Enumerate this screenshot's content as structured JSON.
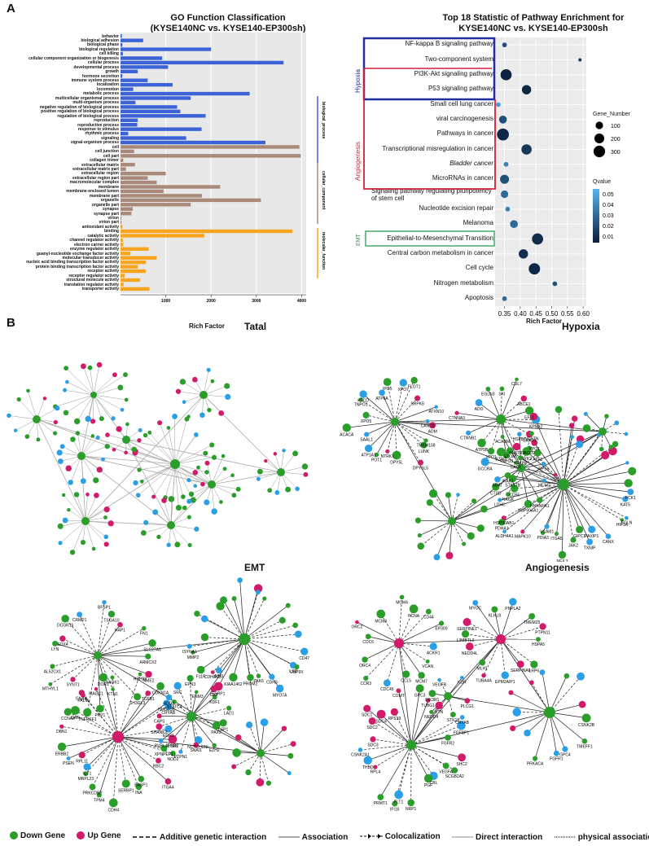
{
  "panelA": {
    "letter": "A"
  },
  "panelB": {
    "letter": "B"
  },
  "colors": {
    "bio": "#3b63d6",
    "cell": "#a98a7a",
    "mol": "#f7a51e",
    "down": "#2a9d2a",
    "up": "#d21a6a",
    "blue_node": "#2a9fe5",
    "hypoxia": "#1f2f9f",
    "angio": "#d31f3d",
    "emt": "#2a9a55"
  },
  "chart_data": [
    {
      "type": "bar",
      "orientation": "horizontal",
      "title": "GO Function Classification",
      "subtitle": "(KYSE140NC vs. KYSE140-EP300sh)",
      "xlabel": "Rich Factor",
      "xticks": [
        "1000",
        "2000",
        "3000",
        "4000"
      ],
      "xlim": [
        0,
        4100
      ],
      "groups": [
        {
          "name": "biological_process",
          "color": "#3b63d6",
          "categories": [
            "behavior",
            "biological adhesion",
            "biological phase",
            "biological regulation",
            "cell killing",
            "cellular component organization or biogenesis",
            "cellular process",
            "developmental process",
            "growth",
            "hormone secretion",
            "immune system process",
            "localization",
            "locomotion",
            "metabolic process",
            "multicellular organismal process",
            "multi-organism process",
            "negative regulation of biological process",
            "positive regulation of biological process",
            "regulation of biological process",
            "reproduction",
            "reproductive process",
            "response to stimulus",
            "rhythmic process",
            "signaling",
            "signal-organism process"
          ],
          "values": [
            30,
            500,
            40,
            2000,
            50,
            920,
            3600,
            1050,
            380,
            40,
            600,
            1150,
            280,
            2850,
            1550,
            330,
            1250,
            1320,
            1880,
            380,
            370,
            1790,
            170,
            1450,
            3200
          ]
        },
        {
          "name": "cellular_component",
          "color": "#a98a7a",
          "categories": [
            "cell",
            "cell junction",
            "cell part",
            "collagen trimer",
            "extracellular matrix",
            "extracellular matrix part",
            "extracellular region",
            "extracellular region part",
            "macromolecular complex",
            "membrane",
            "membrane-enclosed lumen",
            "membrane part",
            "organelle",
            "organelle part",
            "synapse",
            "synapse part",
            "virion",
            "virion part"
          ],
          "values": [
            3950,
            300,
            3980,
            60,
            320,
            120,
            1000,
            600,
            800,
            2200,
            950,
            1800,
            3100,
            1550,
            270,
            240,
            20,
            20
          ]
        },
        {
          "name": "molecular_function",
          "color": "#f7a51e",
          "categories": [
            "antioxidant activity",
            "binding",
            "catalytic activity",
            "channel regulator activity",
            "electron carrier activity",
            "enzyme regulator activity",
            "guanyl-nucleotide exchange factor activity",
            "molecular transducer activity",
            "nucleic acid binding transcription factor activity",
            "protein binding transcription factor activity",
            "receptor activity",
            "receptor regulator activity",
            "structural molecule activity",
            "translation regulator activity",
            "transporter activity"
          ],
          "values": [
            40,
            3800,
            1850,
            50,
            60,
            620,
            220,
            800,
            560,
            380,
            560,
            90,
            430,
            70,
            640
          ]
        }
      ]
    },
    {
      "type": "scatter",
      "title": "Top 18 Statistic of Pathway Enrichment for",
      "subtitle": "KYSE140NC vs. KYSE140-EP300sh",
      "xlabel": "Rich Factor",
      "xticks": [
        "0.35",
        "0.40",
        "0.45",
        "0.50",
        "0.55",
        "0.60"
      ],
      "xlim": [
        0.32,
        0.61
      ],
      "categories": [
        "NF-kappa B signaling pathway",
        "Two-component system",
        "PI3K-Akt signaling pathway",
        "P53 signaling pathway",
        "Small cell lung cancer",
        "viral carcinogenesis",
        "Pathways in cancer",
        "Transcriptional misregulation in cancer",
        "Bladder cancer",
        "MicroRNAs in cancer",
        "Signaling pathway regulating pluripotency of stem cell",
        "Nucleotide excision repair",
        "Melanoma",
        "Epithelial-to-Mesenchymal Transition",
        "Central carbon metabolism in cancer",
        "Cell cycle",
        "Nitrogen metabolism",
        "Apoptosis"
      ],
      "x": [
        0.35,
        0.59,
        0.355,
        0.42,
        0.33,
        0.345,
        0.345,
        0.42,
        0.355,
        0.35,
        0.35,
        0.36,
        0.38,
        0.455,
        0.41,
        0.445,
        0.51,
        0.35
      ],
      "gene_number": [
        20,
        5,
        220,
        140,
        20,
        90,
        260,
        180,
        20,
        130,
        80,
        20,
        90,
        220,
        140,
        230,
        20,
        20
      ],
      "qvalue": [
        0.02,
        0.01,
        0.002,
        0.003,
        0.05,
        0.02,
        0.004,
        0.01,
        0.04,
        0.02,
        0.03,
        0.04,
        0.03,
        0.005,
        0.006,
        0.004,
        0.02,
        0.03
      ],
      "legend_size_title": "Gene_Number",
      "legend_size_labels": [
        "100",
        "200",
        "300"
      ],
      "legend_color_title": "Qvalue",
      "legend_color_labels": [
        "0.05",
        "0.04",
        "0.03",
        "0.02",
        "0.01"
      ],
      "box_labels": [
        "Hypoxia",
        "Angiogenesis",
        "EMT"
      ]
    }
  ],
  "go_side_labels": [
    "biological_process",
    "cellular_component",
    "molecular_function"
  ],
  "networks": {
    "tatal": {
      "title": "Tatal"
    },
    "hypoxia": {
      "title": "Hypoxia",
      "labels": [
        "ADM",
        "TMEM158",
        "LUNK",
        "DPYSL5",
        "DPY5L",
        "NTRK1",
        "POT1",
        "ATP1A1",
        "SAAL1",
        "ACACA",
        "XPO5",
        "TNPO1",
        "KTCD",
        "ATP6A",
        "IPO5",
        "XPO7",
        "FLOT1",
        "SRPK8",
        "ATXN10",
        "CAND2",
        "KPNA2",
        "CAND1",
        "HEATR3",
        "TNPO3",
        "XPO1",
        "ATP5B",
        "CTNNB1",
        "CTNNA3",
        "ADO",
        "EGLN3",
        "SKI",
        "CUL7",
        "ABCE1",
        "EFL1",
        "TP1",
        "MCM2",
        "HNRNPA1",
        "HSP90AA1",
        "NAGK",
        "CTSD",
        "ABAT",
        "GCCRA",
        "BZW1",
        "ACADM",
        "HSPB1",
        "NCSTN",
        "ATF2",
        "RPS6",
        "PCK1",
        "KAT5",
        "EGLN",
        "HIF1A",
        "CANX",
        "PAXIP1",
        "GIPC1",
        "TXNIP",
        "JAK2",
        "NEIL3",
        "ITGA5",
        "PDIA3",
        "VCAM1",
        "MAPK10",
        "ALDH4A1",
        "HSP90AB1",
        "PDHA1",
        "LDHC",
        "CD55",
        "STK17B",
        "IRAK1",
        "CALR",
        "STOM",
        "PTK2B",
        "TYK2",
        "ACO2",
        "XPO1"
      ]
    },
    "emt": {
      "title": "EMT",
      "labels": [
        "ARMCX2",
        "NME2",
        "SH3GL3",
        "KTN1",
        "PKP1",
        "TNFRSF1",
        "SYNT1",
        "MTHYL1",
        "AL52CX1",
        "LYN",
        "SOX4",
        "DCGR16",
        "CRMP1",
        "BFSP1",
        "TSGA10",
        "HAP1",
        "FN1",
        "SLC27A6",
        "NOD2",
        "XPNPEP1",
        "RBC2",
        "ITGA4",
        "BASP1",
        "INA",
        "SERBP1",
        "CDH4",
        "TPM4",
        "PRKCDBP",
        "MRPL23",
        "ICT1",
        "RPL11",
        "PSEN",
        "ERBB2",
        "DBN1",
        "CCNA2",
        "GAR",
        "PALM",
        "GNAI1",
        "MAGC1",
        "DOR1",
        "NAGK1",
        "HSPB8",
        "TGFB1",
        "CDKN1A",
        "NFATC4",
        "HMG20B",
        "EGR1",
        "EGR2",
        "LSP1",
        "PAX2",
        "EZH2",
        "NOTCH2NL",
        "SNAI1",
        "PTPN1",
        "PTEN",
        "PVRL4",
        "SHANK2",
        "CAPS",
        "CRYAB",
        "ADD3",
        "SRC",
        "EPN3",
        "TENM3",
        "CA9",
        "KDF1",
        "LAD1",
        "CD47",
        "LSR",
        "USP9X",
        "CDH3",
        "MYO7A",
        "PAK6",
        "PROM2",
        "KIAA1462",
        "ESRP1",
        "AIM1",
        "CDHGC3",
        "F11R",
        "MMP2",
        "ISYNA1"
      ]
    },
    "angio": {
      "title": "Angiogenesis",
      "labels": [
        "ACKR1",
        "VCAN",
        "MCM7",
        "CCL5",
        "CDC45",
        "CCR3",
        "ORC4",
        "CDC6",
        "ORC2",
        "MCM3",
        "MCM4",
        "PCNA",
        "CD44",
        "EP300",
        "HSPA5",
        "LRP6",
        "SERPINA6",
        "EPM2AIP1",
        "TUBA4A",
        "MLH1",
        "NEDD4L",
        "L3MBTL2",
        "SERPINE1",
        "MYOC",
        "KLHL8",
        "PNPLA2",
        "TMEM25",
        "PTPN11",
        "PLCG1",
        "STK11",
        "NEDD4",
        "PIK3R1",
        "VEGFB",
        "KDR",
        "SHC2",
        "SCGB2A2",
        "VEGFA",
        "CBL",
        "PGF",
        "NRP1",
        "FLT1",
        "IFI16",
        "PRMT1",
        "RPL4",
        "THBD",
        "CSNK2A1",
        "SDC3",
        "SDC2",
        "SDC1",
        "SDC4",
        "RPS19",
        "COMT",
        "GPC3",
        "TUBG1",
        "VTN",
        "CRYAB",
        "FGFBP1",
        "FGFR2",
        "CSNK2B",
        "TMEFF1",
        "GPC4",
        "FGFR1",
        "PRKACA"
      ]
    }
  },
  "legend": {
    "down": "Down Gene",
    "up": "Up Gene",
    "additive": "Additive genetic interaction",
    "association": "Association",
    "colocalization": "Colocalization",
    "direct": "Direct interaction",
    "physical": "physical association"
  }
}
